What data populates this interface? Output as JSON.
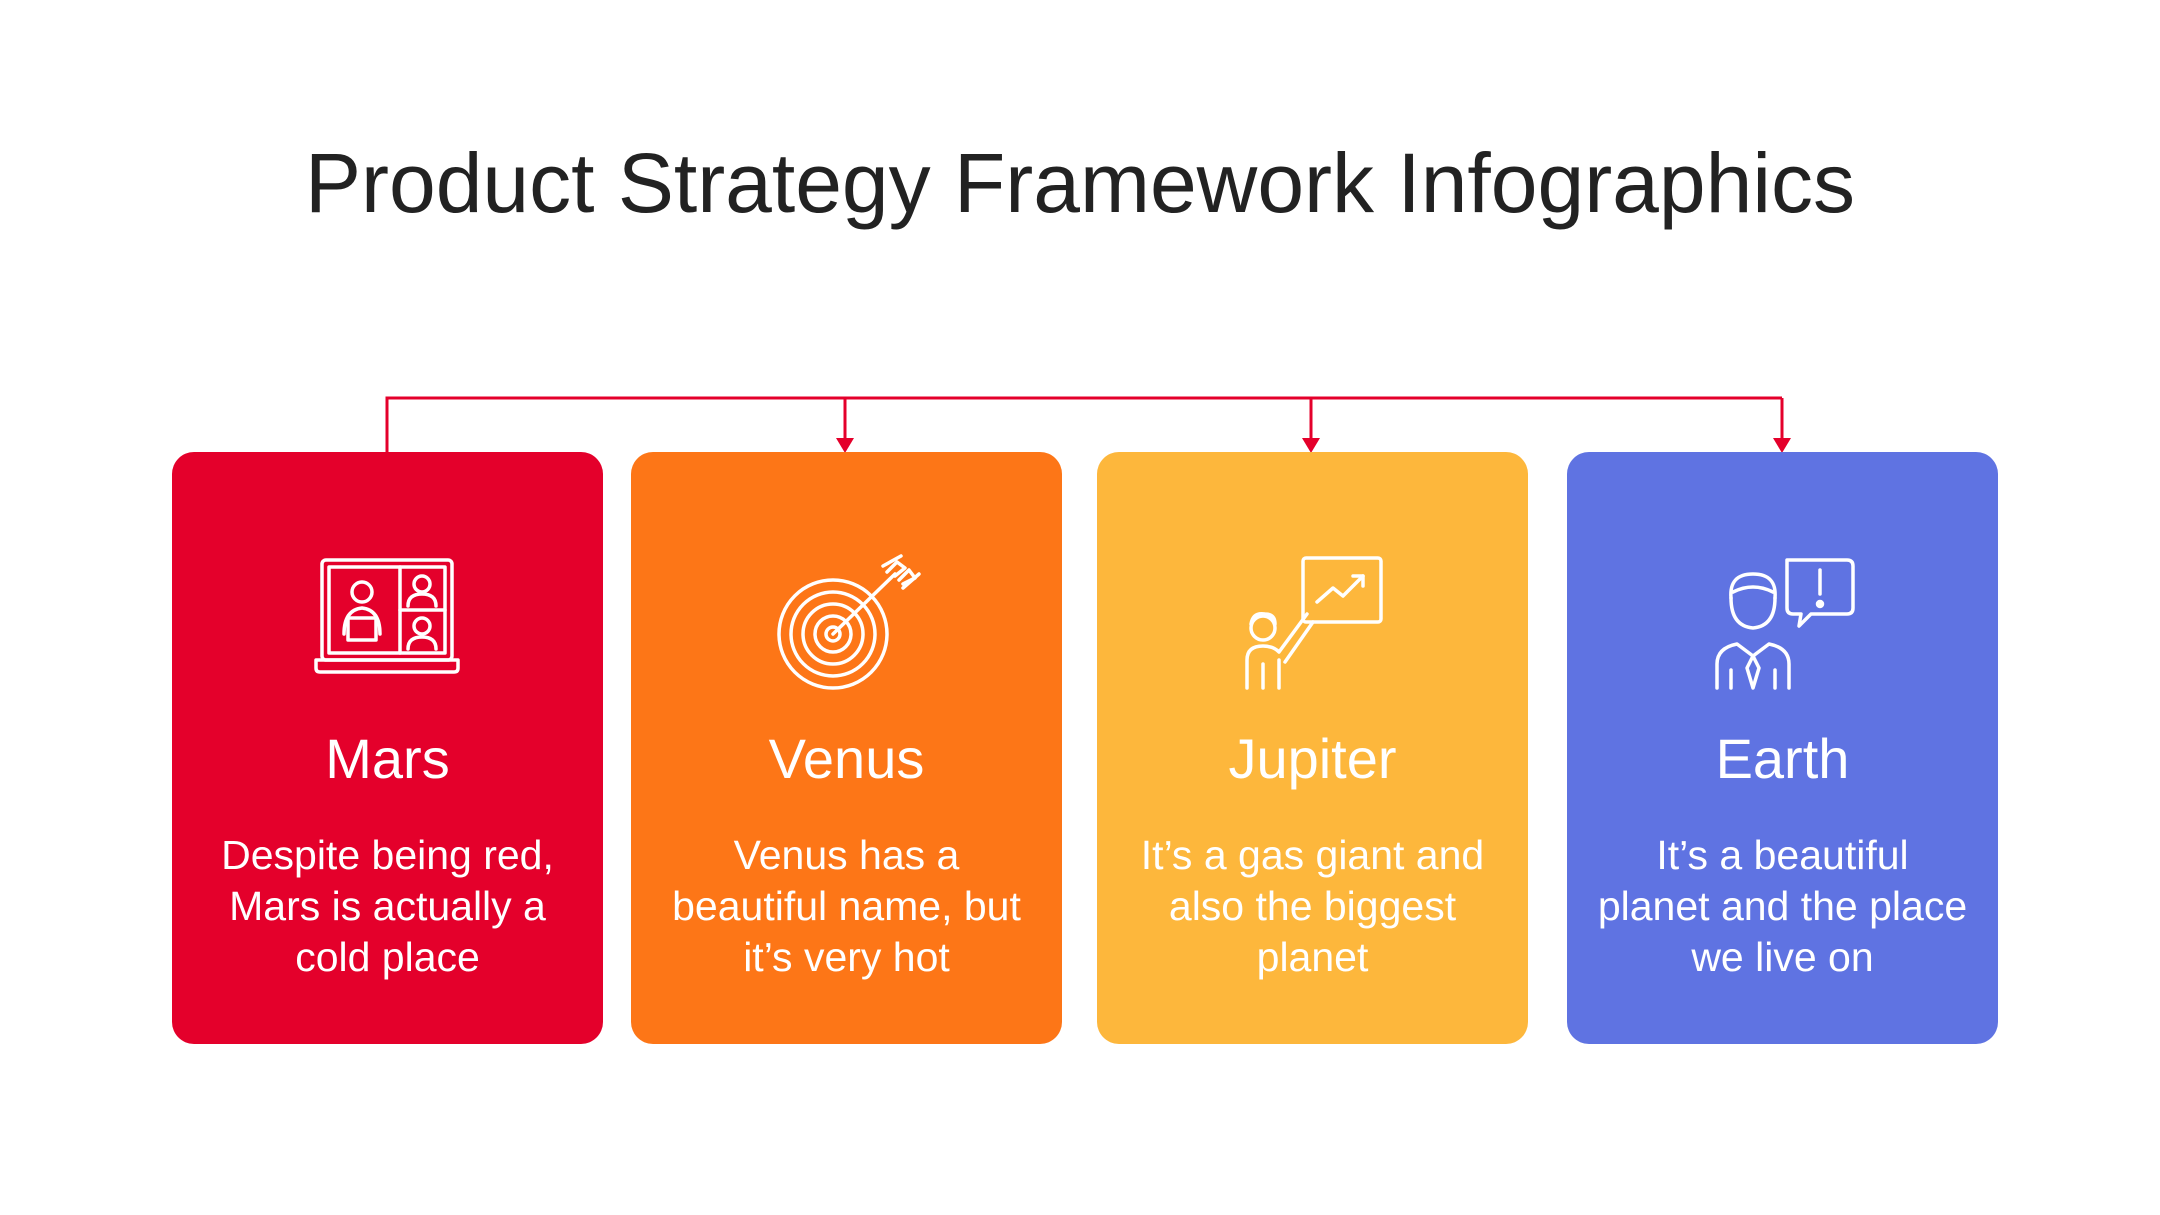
{
  "title": "Product Strategy Framework Infographics",
  "colors": {
    "connector": "#E4002B",
    "mars": "#E4002B",
    "venus": "#FD7617",
    "jupiter": "#FDB73C",
    "earth": "#5F73E2"
  },
  "cards": [
    {
      "name": "Mars",
      "description": "Despite being red, Mars is actually a cold place",
      "icon": "video-conference-icon",
      "color": "#E4002B"
    },
    {
      "name": "Venus",
      "description": "Venus has a beautiful name, but it’s very hot",
      "icon": "target-arrow-icon",
      "color": "#FD7617"
    },
    {
      "name": "Jupiter",
      "description": "It’s a gas giant and also the biggest planet",
      "icon": "presentation-growth-icon",
      "color": "#FDB73C"
    },
    {
      "name": "Earth",
      "description": "It’s a beautiful planet and the place we live on",
      "icon": "person-alert-message-icon",
      "color": "#5F73E2"
    }
  ]
}
